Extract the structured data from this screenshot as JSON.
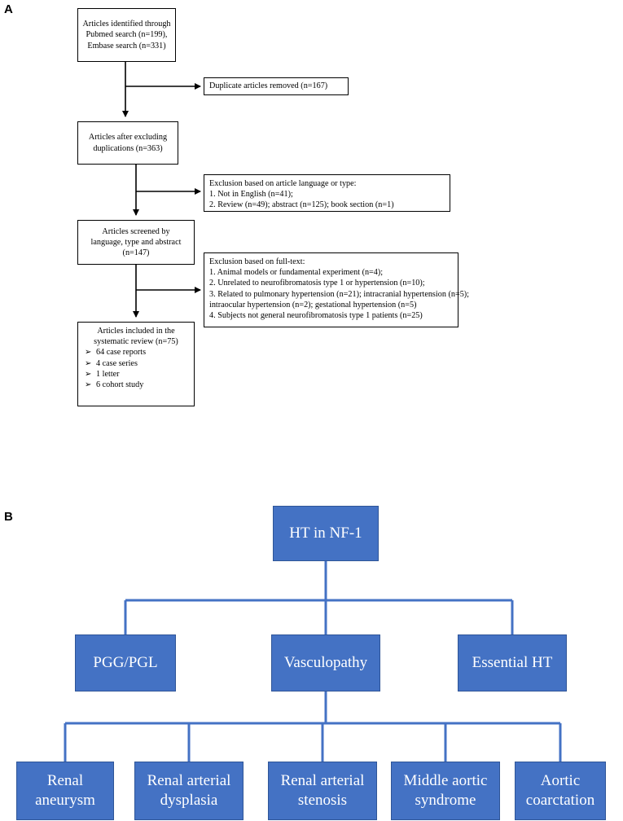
{
  "panel_a": {
    "label": "A",
    "identified": [
      "Articles identified through",
      "Pubmed search (n=199),",
      "Embase search (n=331)"
    ],
    "duplicates": [
      "Duplicate articles removed (n=167)"
    ],
    "after_dup": [
      "Articles after excluding",
      "duplications (n=363)"
    ],
    "excl_lang": [
      "Exclusion based on article language or type:",
      "1. Not in English (n=41);",
      "2. Review (n=49); abstract (n=125); book section (n=1)"
    ],
    "screened": [
      "Articles screened by",
      "language, type and abstract",
      "(n=147)"
    ],
    "excl_full": [
      "Exclusion based on full-text:",
      "1. Animal models or fundamental experiment (n=4);",
      "2. Unrelated to neurofibromatosis type 1 or hypertension (n=10);",
      "3. Related to pulmonary hypertension (n=21); intracranial hypertension (n=5);",
      "intraocular hypertension (n=2); gestational hypertension (n=5)",
      "4. Subjects not general neurofibromatosis type 1 patients (n=25)"
    ],
    "included_title": [
      "Articles included in the",
      "systematic review (n=75)"
    ],
    "bullet_symbol": "➢",
    "included_items": [
      "64 case reports",
      "4 case series",
      "1 letter",
      "6 cohort study"
    ]
  },
  "panel_b": {
    "label": "B",
    "root": "HT in NF-1",
    "level1": {
      "pgg": "PGG/PGL",
      "vasc": "Vasculopathy",
      "ess": "Essential HT"
    },
    "level2": {
      "aneurysm": [
        "Renal",
        "aneurysm"
      ],
      "dysplasia": [
        "Renal arterial",
        "dysplasia"
      ],
      "stenosis": [
        "Renal arterial",
        "stenosis"
      ],
      "mas": [
        "Middle aortic",
        "syndrome"
      ],
      "coarct": [
        "Aortic",
        "coarctation"
      ]
    },
    "box_color": "#4472c4",
    "line_color": "#4472c4"
  }
}
